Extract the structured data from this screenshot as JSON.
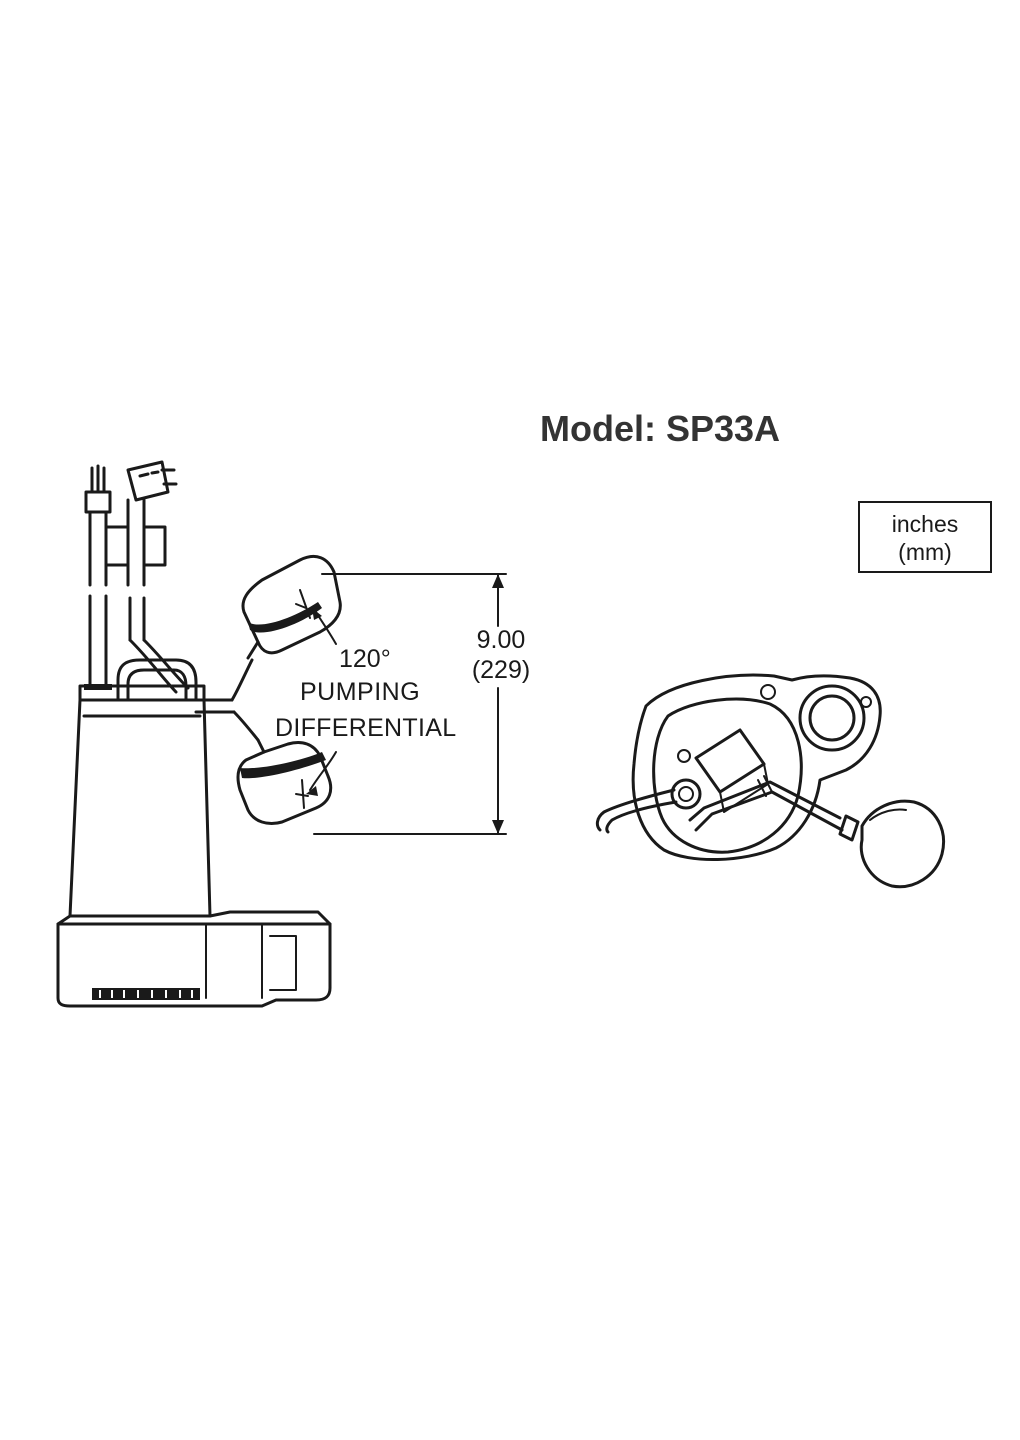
{
  "header": {
    "model_title": "Model: SP33A"
  },
  "units_legend": {
    "line1": "inches",
    "line2": "(mm)"
  },
  "annotations": {
    "angle": "120°",
    "pumping": "PUMPING",
    "differential": "DIFFERENTIAL",
    "dimension_inches": "9.00",
    "dimension_mm": "(229)"
  },
  "colors": {
    "ink": "#1a1a1a",
    "title": "#333333",
    "background": "#ffffff"
  }
}
